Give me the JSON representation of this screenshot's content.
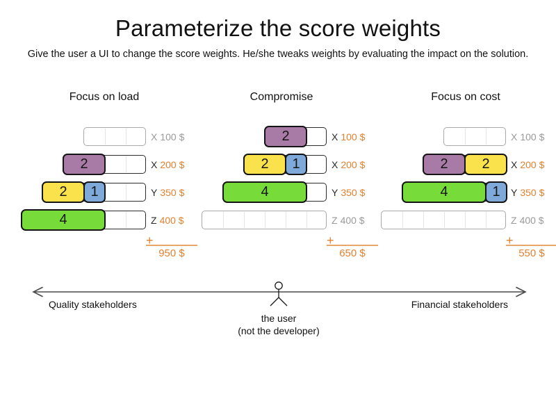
{
  "title": "Parameterize the score weights",
  "subtitle": "Give the user a UI to change the score weights. He/she tweaks weights by evaluating the impact on the solution.",
  "colors": {
    "purple": "#a87ba6",
    "yellow": "#f9e24c",
    "blue": "#7ea9d8",
    "green": "#77dc39",
    "orange_text": "#e2812f",
    "orange_line": "#e8a668",
    "inactive_grey": "#9a9a9a"
  },
  "panels": [
    {
      "title": "Focus on load",
      "plus_sign": "+",
      "total": "950 $",
      "rows": [
        {
          "label_letter": "X",
          "label_cost": "100 $",
          "capacity": 3,
          "active": false,
          "blocks": []
        },
        {
          "label_letter": "X",
          "label_cost": "200 $",
          "capacity": 4,
          "active": true,
          "blocks": [
            {
              "value": "2",
              "units": 2,
              "color": "purple"
            }
          ]
        },
        {
          "label_letter": "Y",
          "label_cost": "350 $",
          "capacity": 5,
          "active": true,
          "blocks": [
            {
              "value": "2",
              "units": 2,
              "color": "yellow"
            },
            {
              "value": "1",
              "units": 1,
              "color": "blue"
            }
          ]
        },
        {
          "label_letter": "Z",
          "label_cost": "400 $",
          "capacity": 6,
          "active": true,
          "blocks": [
            {
              "value": "4",
              "units": 4,
              "color": "green"
            }
          ]
        }
      ]
    },
    {
      "title": "Compromise",
      "plus_sign": "+",
      "total": "650 $",
      "rows": [
        {
          "label_letter": "X",
          "label_cost": "100 $",
          "capacity": 3,
          "active": true,
          "blocks": [
            {
              "value": "2",
              "units": 2,
              "color": "purple"
            }
          ]
        },
        {
          "label_letter": "X",
          "label_cost": "200 $",
          "capacity": 4,
          "active": true,
          "blocks": [
            {
              "value": "2",
              "units": 2,
              "color": "yellow"
            },
            {
              "value": "1",
              "units": 1,
              "color": "blue"
            }
          ]
        },
        {
          "label_letter": "Y",
          "label_cost": "350 $",
          "capacity": 5,
          "active": true,
          "blocks": [
            {
              "value": "4",
              "units": 4,
              "color": "green"
            }
          ]
        },
        {
          "label_letter": "Z",
          "label_cost": "400 $",
          "capacity": 6,
          "active": false,
          "blocks": []
        }
      ]
    },
    {
      "title": "Focus on cost",
      "plus_sign": "+",
      "total": "550 $",
      "rows": [
        {
          "label_letter": "X",
          "label_cost": "100 $",
          "capacity": 3,
          "active": false,
          "blocks": []
        },
        {
          "label_letter": "X",
          "label_cost": "200 $",
          "capacity": 4,
          "active": true,
          "blocks": [
            {
              "value": "2",
              "units": 2,
              "color": "purple"
            },
            {
              "value": "2",
              "units": 2,
              "color": "yellow"
            }
          ]
        },
        {
          "label_letter": "Y",
          "label_cost": "350 $",
          "capacity": 5,
          "active": true,
          "blocks": [
            {
              "value": "4",
              "units": 4,
              "color": "green"
            },
            {
              "value": "1",
              "units": 1,
              "color": "blue"
            }
          ]
        },
        {
          "label_letter": "Z",
          "label_cost": "400 $",
          "capacity": 6,
          "active": false,
          "blocks": []
        }
      ]
    }
  ],
  "axis": {
    "left_label": "Quality stakeholders",
    "right_label": "Financial stakeholders",
    "user_line1": "the user",
    "user_line2": "(not the developer)"
  }
}
